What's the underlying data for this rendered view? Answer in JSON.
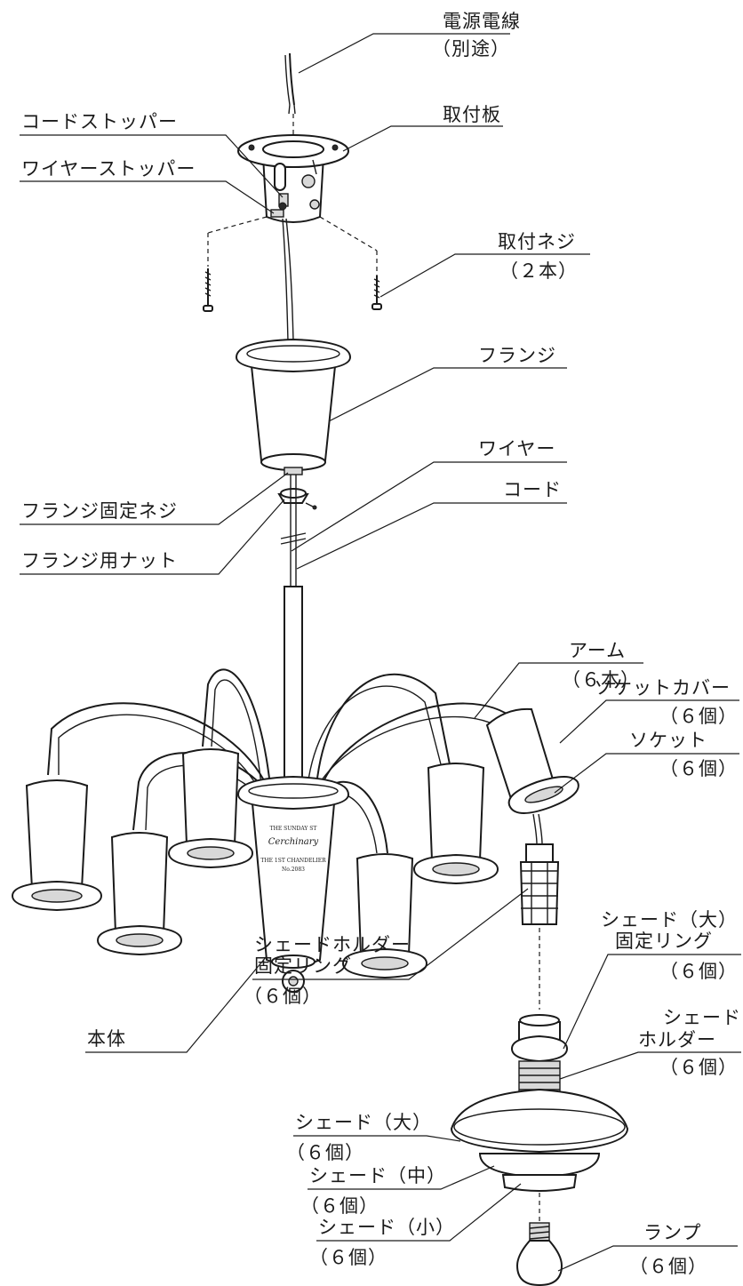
{
  "labels": {
    "power_cable": "電源電線",
    "power_cable_note": "（別途）",
    "mounting_plate": "取付板",
    "cord_stopper": "コードストッパー",
    "wire_stopper": "ワイヤーストッパー",
    "mounting_screw": "取付ネジ",
    "mounting_screw_qty": "（２本）",
    "flange": "フランジ",
    "wire": "ワイヤー",
    "cord": "コード",
    "flange_fixing_screw": "フランジ固定ネジ",
    "flange_nut": "フランジ用ナット",
    "arm": "アーム",
    "arm_qty": "（６本）",
    "socket_cover": "ソケットカバー",
    "socket_cover_qty": "（６個）",
    "socket": "ソケット",
    "socket_qty": "（６個）",
    "shade_large_ring_line1": "シェード（大）",
    "shade_large_ring_line2": "固定リング",
    "shade_large_ring_qty": "（６個）",
    "shade_holder_line1": "シェード",
    "shade_holder_line2": "ホルダー",
    "shade_holder_qty": "（６個）",
    "body": "本体",
    "holder_ring_line1": "シェードホルダー",
    "holder_ring_line2": "固定リング",
    "holder_ring_qty": "（６個）",
    "shade_large": "シェード（大）",
    "shade_large_qty": "（６個）",
    "shade_medium": "シェード（中）",
    "shade_medium_qty": "（６個）",
    "shade_small": "シェード（小）",
    "shade_small_qty": "（６個）",
    "lamp": "ランプ",
    "lamp_qty": "（６個）"
  },
  "brand": {
    "line_top": "THE SUNDAY ST",
    "logo": "Cerchinary",
    "line_mid": "THE 1ST CHANDELIER",
    "line_bottom": "No.2083"
  }
}
